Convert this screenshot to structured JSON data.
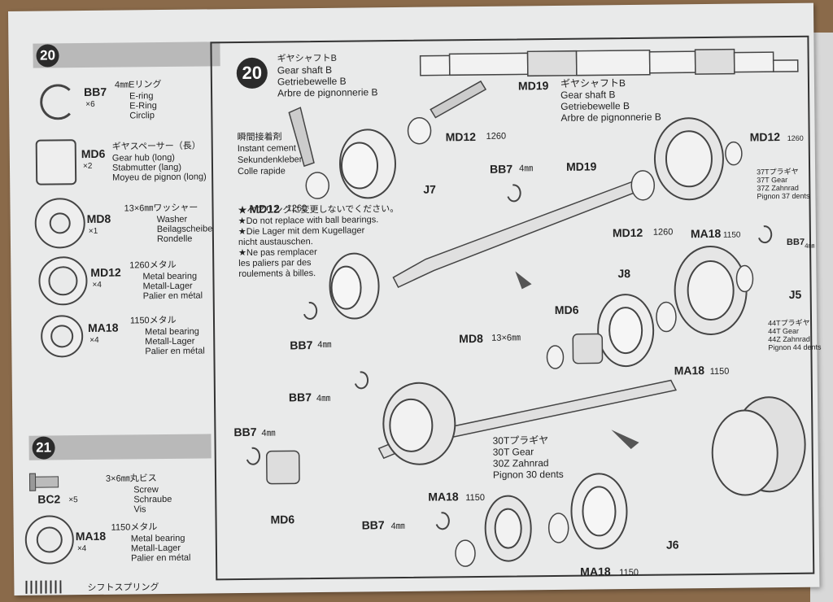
{
  "left": {
    "step20": {
      "num": "20"
    },
    "parts20": [
      {
        "code": "BB7",
        "qty": "×6",
        "jp": "4㎜Eリング",
        "lines": [
          "E-ring",
          "E-Ring",
          "Circlip"
        ]
      },
      {
        "code": "MD6",
        "qty": "×2",
        "jp": "ギヤスペーサー（長）",
        "lines": [
          "Gear hub (long)",
          "Stabmutter (lang)",
          "Moyeu de pignon (long)"
        ]
      },
      {
        "code": "MD8",
        "qty": "×1",
        "jp": "13×6㎜ワッシャー",
        "lines": [
          "Washer",
          "Beilagscheibe",
          "Rondelle"
        ]
      },
      {
        "code": "MD12",
        "qty": "×4",
        "jp": "1260メタル",
        "lines": [
          "Metal bearing",
          "Metall-Lager",
          "Palier en métal"
        ]
      },
      {
        "code": "MA18",
        "qty": "×4",
        "jp": "1150メタル",
        "lines": [
          "Metal bearing",
          "Metall-Lager",
          "Palier en métal"
        ]
      }
    ],
    "step21": {
      "num": "21"
    },
    "parts21": [
      {
        "code": "BC2",
        "qty": "×5",
        "jp": "3×6㎜丸ビス",
        "lines": [
          "Screw",
          "Schraube",
          "Vis"
        ]
      },
      {
        "code": "MA18",
        "qty": "×4",
        "jp": "1150メタル",
        "lines": [
          "Metal bearing",
          "Metall-Lager",
          "Palier en métal"
        ]
      }
    ],
    "spring_label": "シフトスプリング"
  },
  "main": {
    "step_num": "20",
    "title": [
      "ギヤシャフトB",
      "Gear shaft B",
      "Getriebewelle B",
      "Arbre de pignonnerie B"
    ],
    "md19_block": {
      "code": "MD19",
      "jp": "ギヤシャフトB",
      "lines": [
        "Gear shaft B",
        "Getriebewelle B",
        "Arbre de pignonnerie B"
      ]
    },
    "cement": [
      "瞬間接着剤",
      "Instant cement",
      "Sekundenkleber",
      "Colle rapide"
    ],
    "note": [
      "★ベアリングに変更しないでください。",
      "★Do not replace with ball bearings.",
      "★Die Lager mit dem Kugellager",
      "nicht austauschen.",
      "★Ne pas remplacer",
      "les paliers par des",
      "roulements à billes."
    ],
    "gear37": [
      "37Tプラギヤ",
      "37T Gear",
      "37Z Zahnrad",
      "Pignon 37 dents"
    ],
    "gear44": [
      "44Tプラギヤ",
      "44T Gear",
      "44Z Zahnrad",
      "Pignon 44 dents"
    ],
    "gear30": [
      "30Tプラギヤ",
      "30T Gear",
      "30Z Zahnrad",
      "Pignon 30 dents"
    ],
    "labels": {
      "md12_a": "MD12",
      "md12_a_n": "1260",
      "j7": "J7",
      "md12_b": "MD12",
      "md12_b_n": "1260",
      "md12_c": "MD12",
      "md12_c_n": "1260",
      "md12_d": "MD12",
      "md12_d_n": "1260",
      "bb7_a": "BB7",
      "bb7_a_n": "4㎜",
      "md19": "MD19",
      "ma18_a": "MA18",
      "ma18_a_n": "1150",
      "bb7_b": "BB7",
      "bb7_b_n": "4㎜",
      "j5": "J5",
      "j8": "J8",
      "md6_a": "MD6",
      "bb7_c": "BB7",
      "bb7_c_n": "4㎜",
      "md8": "MD8",
      "md8_n": "13×6㎜",
      "ma18_b": "MA18",
      "ma18_b_n": "1150",
      "bb7_d": "BB7",
      "bb7_d_n": "4㎜",
      "bb7_e": "BB7",
      "bb7_e_n": "4㎜",
      "md6_b": "MD6",
      "ma18_c": "MA18",
      "ma18_c_n": "1150",
      "bb7_f": "BB7",
      "bb7_f_n": "4㎜",
      "ma18_d": "MA18",
      "ma18_d_n": "1150",
      "j6": "J6"
    }
  }
}
